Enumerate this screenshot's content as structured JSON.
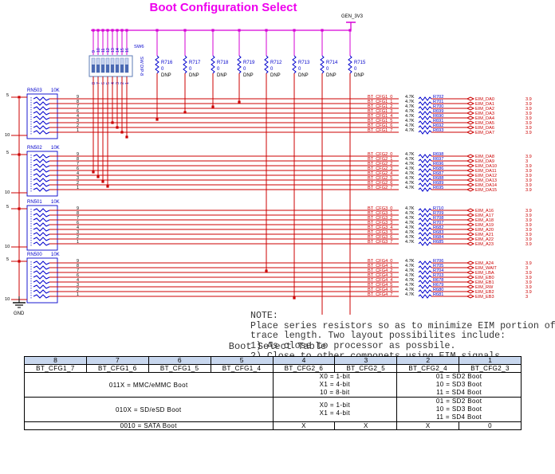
{
  "title": "Boot Configuration Select",
  "power_net": "GEN_3V3",
  "ground_label": "GND",
  "colors": {
    "title": "#ee00ee",
    "wire_red": "#cc0000",
    "wire_magenta": "#d600d6",
    "component_blue": "#0000cc",
    "table_header": "#c8d7ee"
  },
  "dip_switch": {
    "ref": "SW6",
    "type": "SW DIP-8",
    "top_pins": [
      "9",
      "10",
      "11",
      "12",
      "13",
      "14",
      "15",
      "16"
    ],
    "bottom_pins": [
      "8",
      "7",
      "6",
      "5",
      "4",
      "3",
      "2",
      "1"
    ]
  },
  "pullup_resistors": [
    {
      "ref": "R716",
      "value": "0",
      "note": "DNP"
    },
    {
      "ref": "R717",
      "value": "0",
      "note": "DNP"
    },
    {
      "ref": "R718",
      "value": "0",
      "note": "DNP"
    },
    {
      "ref": "R719",
      "value": "0",
      "note": "DNP"
    },
    {
      "ref": "R712",
      "value": "0",
      "note": "DNP"
    },
    {
      "ref": "R713",
      "value": "0",
      "note": "DNP"
    },
    {
      "ref": "R714",
      "value": "0",
      "note": "DNP"
    },
    {
      "ref": "R715",
      "value": "0",
      "note": "DNP"
    }
  ],
  "resistor_networks": [
    {
      "ref": "RN503",
      "value": "10K",
      "left_pins": [
        "5",
        "10"
      ],
      "right_pins": [
        "9",
        "8",
        "7",
        "6",
        "4",
        "3",
        "2",
        "1"
      ]
    },
    {
      "ref": "RN502",
      "value": "10K",
      "left_pins": [
        "5",
        "10"
      ],
      "right_pins": [
        "9",
        "8",
        "7",
        "6",
        "4",
        "3",
        "2",
        "1"
      ]
    },
    {
      "ref": "RN501",
      "value": "10K",
      "left_pins": [
        "5",
        "10"
      ],
      "right_pins": [
        "9",
        "8",
        "7",
        "6",
        "4",
        "3",
        "2",
        "1"
      ]
    },
    {
      "ref": "RN500",
      "value": "10K",
      "left_pins": [
        "5",
        "10"
      ],
      "right_pins": [
        "9",
        "8",
        "7",
        "6",
        "4",
        "3",
        "2",
        "1"
      ]
    }
  ],
  "series_groups": [
    {
      "signals": [
        {
          "net": "BT_CFG1_0",
          "res_value": "4.7K",
          "ref": "R702",
          "eim": "EIM_DA0",
          "v": "3.9"
        },
        {
          "net": "BT_CFG1_1",
          "res_value": "4.7K",
          "ref": "R701",
          "eim": "EIM_DA1",
          "v": "3.9"
        },
        {
          "net": "BT_CFG1_2",
          "res_value": "4.7K",
          "ref": "R700",
          "eim": "EIM_DA2",
          "v": "3.9"
        },
        {
          "net": "BT_CFG1_3",
          "res_value": "4.7K",
          "ref": "R699",
          "eim": "EIM_DA3",
          "v": "3.9"
        },
        {
          "net": "BT_CFG1_4",
          "res_value": "4.7K",
          "ref": "R690",
          "eim": "EIM_DA4",
          "v": "3.9"
        },
        {
          "net": "BT_CFG1_5",
          "res_value": "4.7K",
          "ref": "R691",
          "eim": "EIM_DA5",
          "v": "3.9"
        },
        {
          "net": "BT_CFG1_6",
          "res_value": "4.7K",
          "ref": "R692",
          "eim": "EIM_DA6",
          "v": "3.9"
        },
        {
          "net": "BT_CFG1_7",
          "res_value": "4.7K",
          "ref": "R693",
          "eim": "EIM_DA7",
          "v": "3.9"
        }
      ]
    },
    {
      "signals": [
        {
          "net": "BT_CFG2_0",
          "res_value": "4.7K",
          "ref": "R698",
          "eim": "EIM_DA8",
          "v": "3.9"
        },
        {
          "net": "BT_CFG2_1",
          "res_value": "4.7K",
          "ref": "R697",
          "eim": "EIM_DA9",
          "v": "3"
        },
        {
          "net": "BT_CFG2_2",
          "res_value": "4.7K",
          "ref": "R696",
          "eim": "EIM_DA10",
          "v": "3.9"
        },
        {
          "net": "BT_CFG2_3",
          "res_value": "4.7K",
          "ref": "R686",
          "eim": "EIM_DA11",
          "v": "3.9"
        },
        {
          "net": "BT_CFG2_4",
          "res_value": "4.7K",
          "ref": "R687",
          "eim": "EIM_DA12",
          "v": "3.9"
        },
        {
          "net": "BT_CFG2_5",
          "res_value": "4.7K",
          "ref": "R688",
          "eim": "EIM_DA13",
          "v": "3.9"
        },
        {
          "net": "BT_CFG2_6",
          "res_value": "4.7K",
          "ref": "R689",
          "eim": "EIM_DA14",
          "v": "3.9"
        },
        {
          "net": "BT_CFG2_7",
          "res_value": "4.7K",
          "ref": "R695",
          "eim": "EIM_DA15",
          "v": "3.9"
        }
      ]
    },
    {
      "signals": [
        {
          "net": "BT_CFG3_0",
          "res_value": "4.7K",
          "ref": "R710",
          "eim": "EIM_A16",
          "v": "3.9"
        },
        {
          "net": "BT_CFG3_1",
          "res_value": "4.7K",
          "ref": "R709",
          "eim": "EIM_A17",
          "v": "3.9"
        },
        {
          "net": "BT_CFG3_2",
          "res_value": "4.7K",
          "ref": "R708",
          "eim": "EIM_A18",
          "v": "3.9"
        },
        {
          "net": "BT_CFG3_3",
          "res_value": "4.7K",
          "ref": "R707",
          "eim": "EIM_A19",
          "v": "3.9"
        },
        {
          "net": "BT_CFG3_4",
          "res_value": "4.7K",
          "ref": "R682",
          "eim": "EIM_A20",
          "v": "3.9"
        },
        {
          "net": "BT_CFG3_5",
          "res_value": "4.7K",
          "ref": "R683",
          "eim": "EIM_A21",
          "v": "3.9"
        },
        {
          "net": "BT_CFG3_6",
          "res_value": "4.7K",
          "ref": "R684",
          "eim": "EIM_A22",
          "v": "3.9"
        },
        {
          "net": "BT_CFG3_7",
          "res_value": "4.7K",
          "ref": "R685",
          "eim": "EIM_A23",
          "v": "3.9"
        }
      ]
    },
    {
      "signals": [
        {
          "net": "BT_CFG4_0",
          "res_value": "4.7K",
          "ref": "R706",
          "eim": "EIM_A24",
          "v": "3.9"
        },
        {
          "net": "BT_CFG4_1",
          "res_value": "4.7K",
          "ref": "R705",
          "eim": "EIM_WAIT",
          "v": "3"
        },
        {
          "net": "BT_CFG4_2",
          "res_value": "4.7K",
          "ref": "R704",
          "eim": "EIM_LBA",
          "v": "3.9"
        },
        {
          "net": "BT_CFG4_3",
          "res_value": "4.7K",
          "ref": "R703",
          "eim": "EIM_EB0",
          "v": "3.9"
        },
        {
          "net": "BT_CFG4_4",
          "res_value": "4.7K",
          "ref": "R678",
          "eim": "EIM_EB1",
          "v": "3.9"
        },
        {
          "net": "BT_CFG4_5",
          "res_value": "4.7K",
          "ref": "R679",
          "eim": "EIM_RW",
          "v": "3.9"
        },
        {
          "net": "BT_CFG4_6",
          "res_value": "4.7K",
          "ref": "R680",
          "eim": "EIM_EB2",
          "v": "3.9"
        },
        {
          "net": "BT_CFG4_7",
          "res_value": "4.7K",
          "ref": "R681",
          "eim": "EIM_EB3",
          "v": "3"
        }
      ]
    }
  ],
  "note": {
    "title": "NOTE:",
    "lines": [
      "Place series resistors so as to minimize EIM portion of",
      "trace length. Two layout possibilites include:",
      "1) As close to processor as possbile.",
      "2) Close to other componets using EIM signals."
    ]
  },
  "table": {
    "title": "Boot Select Table",
    "col_numbers": [
      "8",
      "7",
      "6",
      "5",
      "4",
      "3",
      "2",
      "1"
    ],
    "col_signals": [
      "BT_CFG1_7",
      "BT_CFG1_6",
      "BT_CFG1_5",
      "BT_CFG1_4",
      "BT_CFG2_6",
      "BT_CFG2_5",
      "BT_CFG2_4",
      "BT_CFG2_3"
    ],
    "rows": {
      "mmc_label": "011X = MMC/eMMC Boot",
      "mmc_width": [
        "X0 = 1-bit",
        "X1 = 4-bit",
        "10 = 8-bit"
      ],
      "mmc_port": [
        "01 = SD2 Boot",
        "10 = SD3 Boot",
        "11 = SD4 Boot"
      ],
      "sd_label": "010X = SD/eSD Boot",
      "sd_width": [
        "X0 = 1-bit",
        "X1 = 4-bit"
      ],
      "sd_port": [
        "01 = SD2 Boot",
        "10 = SD3 Boot",
        "11 = SD4 Boot"
      ],
      "sata_label": "0010 = SATA Boot",
      "sata_vals": [
        "X",
        "X",
        "X",
        "0"
      ]
    }
  }
}
